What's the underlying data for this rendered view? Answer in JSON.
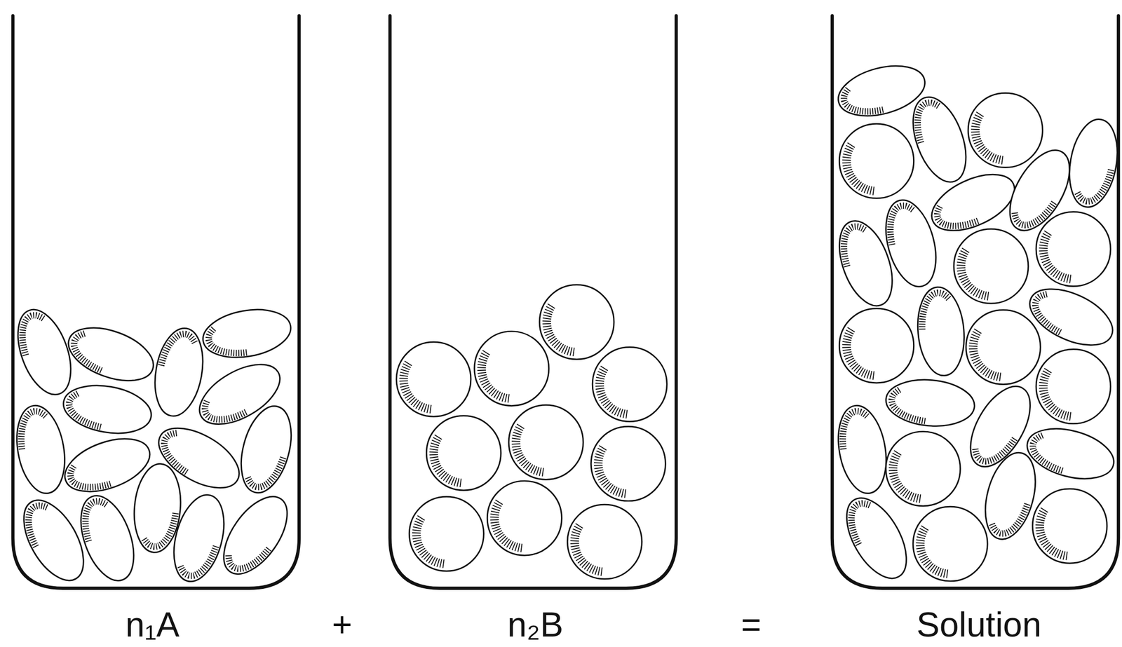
{
  "diagram": {
    "labels": [
      "n₁A",
      "+",
      "n₂B",
      "=",
      "Solution"
    ]
  }
}
